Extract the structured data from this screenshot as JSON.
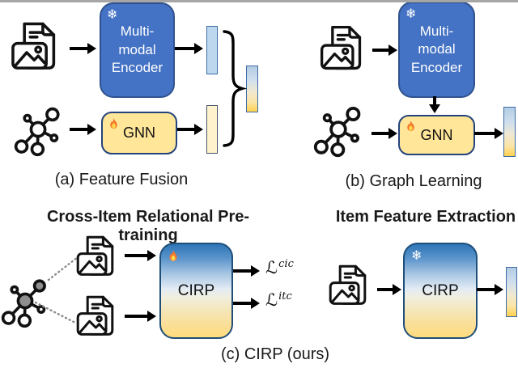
{
  "figure": {
    "caption_a": "(a) Feature Fusion",
    "caption_b": "(b) Graph Learning",
    "caption_c": "(c) CIRP (ours)"
  },
  "panel_a": {
    "encoder_label": "Multi-modal Encoder",
    "gnn_label": "GNN"
  },
  "panel_b": {
    "encoder_label": "Multi-modal Encoder",
    "gnn_label": "GNN"
  },
  "panel_c": {
    "pretrain_heading": "Cross-Item Relational Pre-training",
    "extract_heading": "Item Feature Extraction",
    "model_label_pretrain": "CIRP",
    "model_label_extract": "CIRP",
    "loss_cic": {
      "base": "ℒ",
      "sup": "cic"
    },
    "loss_itc": {
      "base": "ℒ",
      "sup": "itc"
    }
  },
  "glyphs": {
    "snowflake": "❄"
  },
  "icons": {
    "frozen": "snowflake-icon",
    "trainable": "fire-icon",
    "item_input": "document-image-icon",
    "graph_input": "graph-network-icon"
  },
  "colors": {
    "encoder_blue": "#4472C4",
    "encoder_border": "#2F528F",
    "gnn_yellow": "#FFE699",
    "box_border_navy": "#24437C",
    "bar_blue": "#BDD7EE",
    "bar_yellow": "#FFF2CC",
    "gradient_top_blue": "#2E75B6",
    "gradient_bottom_yellow": "#FFD966",
    "divider_gray": "#A6A6A6",
    "relation_node_gray": "#8F8F8F"
  }
}
